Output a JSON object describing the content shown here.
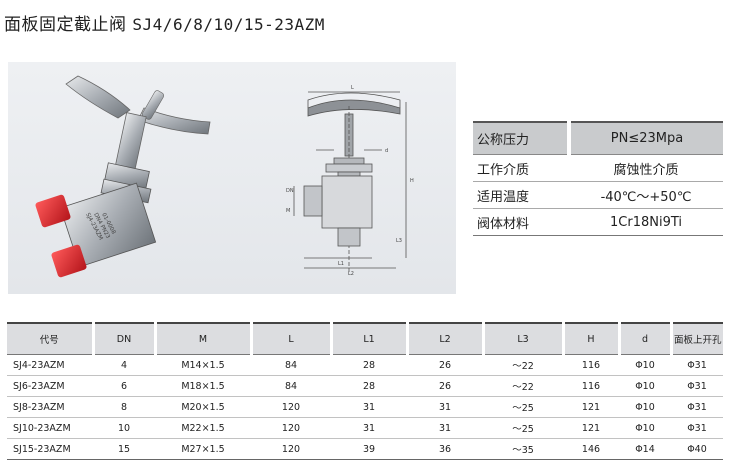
{
  "title": {
    "name": "面板固定截止阀",
    "model": "SJ4/6/8/10/15-23AZM"
  },
  "spec": {
    "header": {
      "label": "公称压力",
      "value": "PN≤23Mpa"
    },
    "rows": [
      {
        "label": "工作介质",
        "value": "腐蚀性介质"
      },
      {
        "label": "适用温度",
        "value": "-40℃～+50℃"
      },
      {
        "label": "阀体材料",
        "value": "1Cr18Ni9Ti"
      }
    ]
  },
  "drawing": {
    "dims": [
      "L",
      "H",
      "d",
      "DN",
      "M",
      "L1",
      "L2",
      "L3"
    ],
    "valve_label": [
      "SJ4-23AZM",
      "DN4 PN23",
      "01-0008"
    ]
  },
  "colors": {
    "cap_red": "#d8232a",
    "steel": "#9fa4aa",
    "table_head": "#dcdde0"
  },
  "table": {
    "columns": [
      "代号",
      "DN",
      "M",
      "L",
      "L1",
      "L2",
      "L3",
      "H",
      "d",
      "面板上开孔"
    ],
    "rows": [
      [
        "SJ4-23AZM",
        "4",
        "M14×1.5",
        "84",
        "28",
        "26",
        "～22",
        "116",
        "Φ10",
        "Φ31"
      ],
      [
        "SJ6-23AZM",
        "6",
        "M18×1.5",
        "84",
        "28",
        "26",
        "～22",
        "116",
        "Φ10",
        "Φ31"
      ],
      [
        "SJ8-23AZM",
        "8",
        "M20×1.5",
        "120",
        "31",
        "31",
        "～25",
        "121",
        "Φ10",
        "Φ31"
      ],
      [
        "SJ10-23AZM",
        "10",
        "M22×1.5",
        "120",
        "31",
        "31",
        "～25",
        "121",
        "Φ10",
        "Φ31"
      ],
      [
        "SJ15-23AZM",
        "15",
        "M27×1.5",
        "120",
        "39",
        "36",
        "～35",
        "146",
        "Φ14",
        "Φ40"
      ]
    ]
  }
}
